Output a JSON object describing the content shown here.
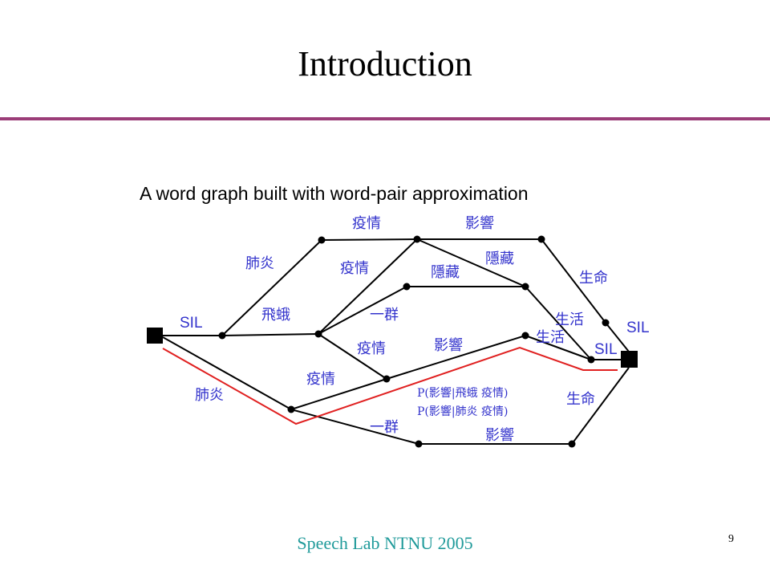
{
  "slide": {
    "title": "Introduction",
    "footer": "Speech Lab NTNU 2005",
    "page_number": "9"
  },
  "colors": {
    "title_rule": "#9b3d78",
    "footer": "#1f9a9a",
    "word_label": "#3333cc",
    "best_path": "#e02020",
    "edge": "#000000"
  },
  "diagram": {
    "caption": "A word graph built with word-pair approximation",
    "labels": {
      "sil_start": "SIL",
      "sil_end": "SIL",
      "sil_mid": "SIL",
      "upper_yiqing": "疫情",
      "upper_yingxiang": "影響",
      "feiyan_upper": "肺炎",
      "yinzang_right": "隱藏",
      "yiqing_mid": "疫情",
      "yinzang_mid": "隱藏",
      "shengming_upper": "生命",
      "feie": "飛蛾",
      "yiqun_upper": "一群",
      "shenghuo_upper": "生活",
      "shenghuo_lower": "生活",
      "yiqing_lower": "疫情",
      "yingxiang_mid": "影響",
      "feiyan_lower": "肺炎",
      "yiqing_bottom": "疫情",
      "shengming_lower": "生命",
      "yiqun_lower": "一群",
      "yingxiang_bottom": "影響",
      "prob_feie": "P(影響|飛蛾 疫情)",
      "prob_feiyan": "P(影響|肺炎 疫情)"
    }
  }
}
